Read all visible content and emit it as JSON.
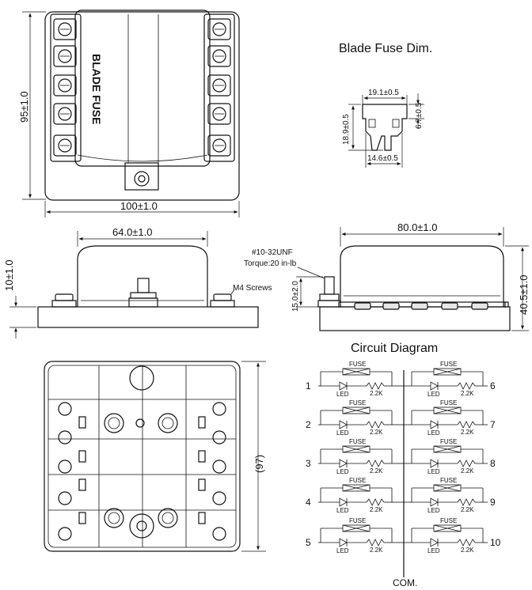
{
  "top_view": {
    "label": "BLADE FUSE",
    "height_dim": "95±1.0",
    "width_dim": "100±1.0"
  },
  "blade_fuse": {
    "title": "Blade Fuse Dim.",
    "top_dim": "19.1±0.5",
    "right_dim": "6.7±0.5",
    "left_dim": "18.9±0.5",
    "bottom_dim": "14.6±0.5"
  },
  "side_view": {
    "cover_dim": "64.0±1.0",
    "height_dim": "10±1.0",
    "screws_label": "M4 Screws",
    "stud_label": "#10-32UNF",
    "torque_label": "Torque:20 in-lb"
  },
  "front_view": {
    "width_dim": "80.0±1.0",
    "stud_dim": "15.0±2.0",
    "height_dim": "40.5±1.0"
  },
  "bottom_view": {
    "height_dim": "(97)"
  },
  "circuit": {
    "title": "Circuit Diagram",
    "fuse_label": "FUSE",
    "led_label": "LED",
    "resistor_label": "2.2K",
    "com_label": "COM.",
    "left_numbers": [
      "1",
      "2",
      "3",
      "4",
      "5"
    ],
    "right_numbers": [
      "6",
      "7",
      "8",
      "9",
      "10"
    ]
  }
}
